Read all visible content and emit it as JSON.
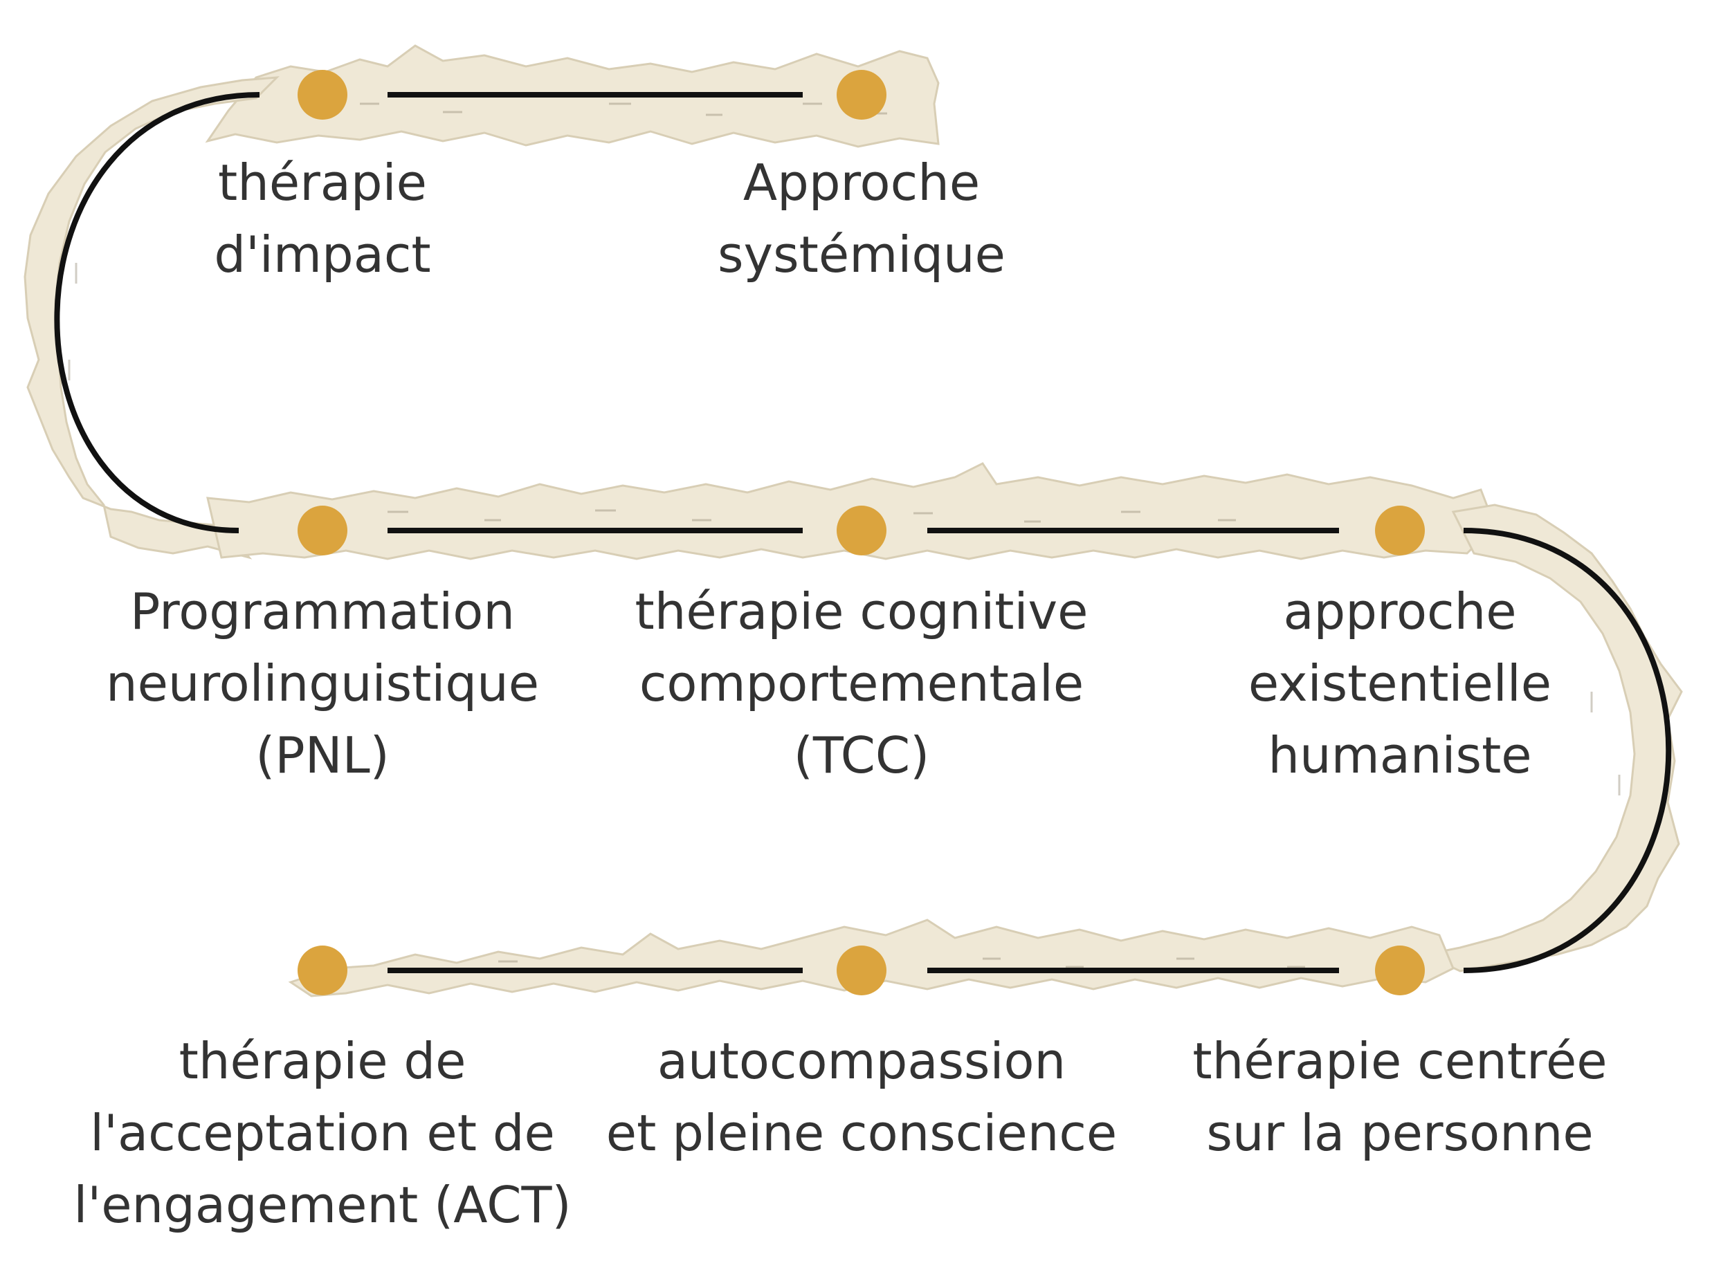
{
  "colors": {
    "background": "#ffffff",
    "paper": "#efe8d6",
    "paper_edge": "#d8ceb5",
    "line": "#111111",
    "dot": "#dba43e",
    "text": "#333333"
  },
  "steps": [
    {
      "lines": [
        "thérapie",
        "d'impact"
      ]
    },
    {
      "lines": [
        "Approche",
        "systémique"
      ]
    },
    {
      "lines": [
        "Programmation",
        "neurolinguistique",
        "(PNL)"
      ]
    },
    {
      "lines": [
        "thérapie cognitive",
        "comportementale",
        "(TCC)"
      ]
    },
    {
      "lines": [
        "approche",
        "existentielle",
        "humaniste"
      ]
    },
    {
      "lines": [
        "thérapie de",
        "l'acceptation et de",
        "l'engagement (ACT)"
      ]
    },
    {
      "lines": [
        "autocompassion",
        "et pleine conscience"
      ]
    },
    {
      "lines": [
        "thérapie centrée",
        "sur la personne"
      ]
    }
  ]
}
